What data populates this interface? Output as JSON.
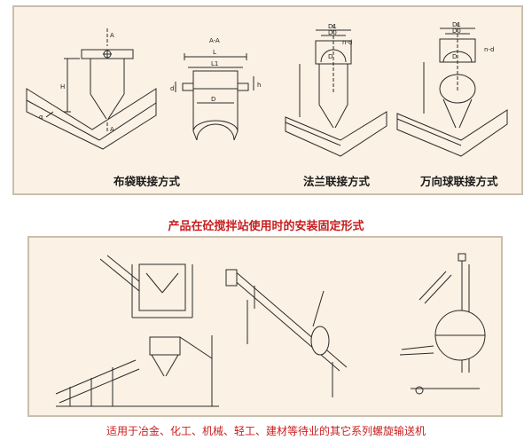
{
  "top": {
    "captions": [
      "布袋联接方式",
      "法兰联接方式",
      "万向球联接方式"
    ],
    "labels": {
      "a_top": "A",
      "a_bot": "A",
      "h": "H",
      "alpha": "α",
      "aa": "A-A",
      "l": "L",
      "l1": "L1",
      "d": "D",
      "d_small": "d",
      "h_small": "h",
      "d1": "D1",
      "d0": "D0",
      "nd": "n-d",
      "dd": "D",
      "d1b": "D1",
      "d0b": "D0",
      "ndb": "n-d",
      "ddb": "D"
    }
  },
  "middle_title": "产品在砼搅拌站使用时的安装固定形式",
  "footer": "适用于冶金、化工、机械、轻工、建材等待业的其它系列螺旋输送机",
  "colors": {
    "panel_bg": "#fbf1e4",
    "panel_border": "#c9bfae",
    "accent_red": "#c81e1e",
    "line": "#2a2a2a"
  }
}
